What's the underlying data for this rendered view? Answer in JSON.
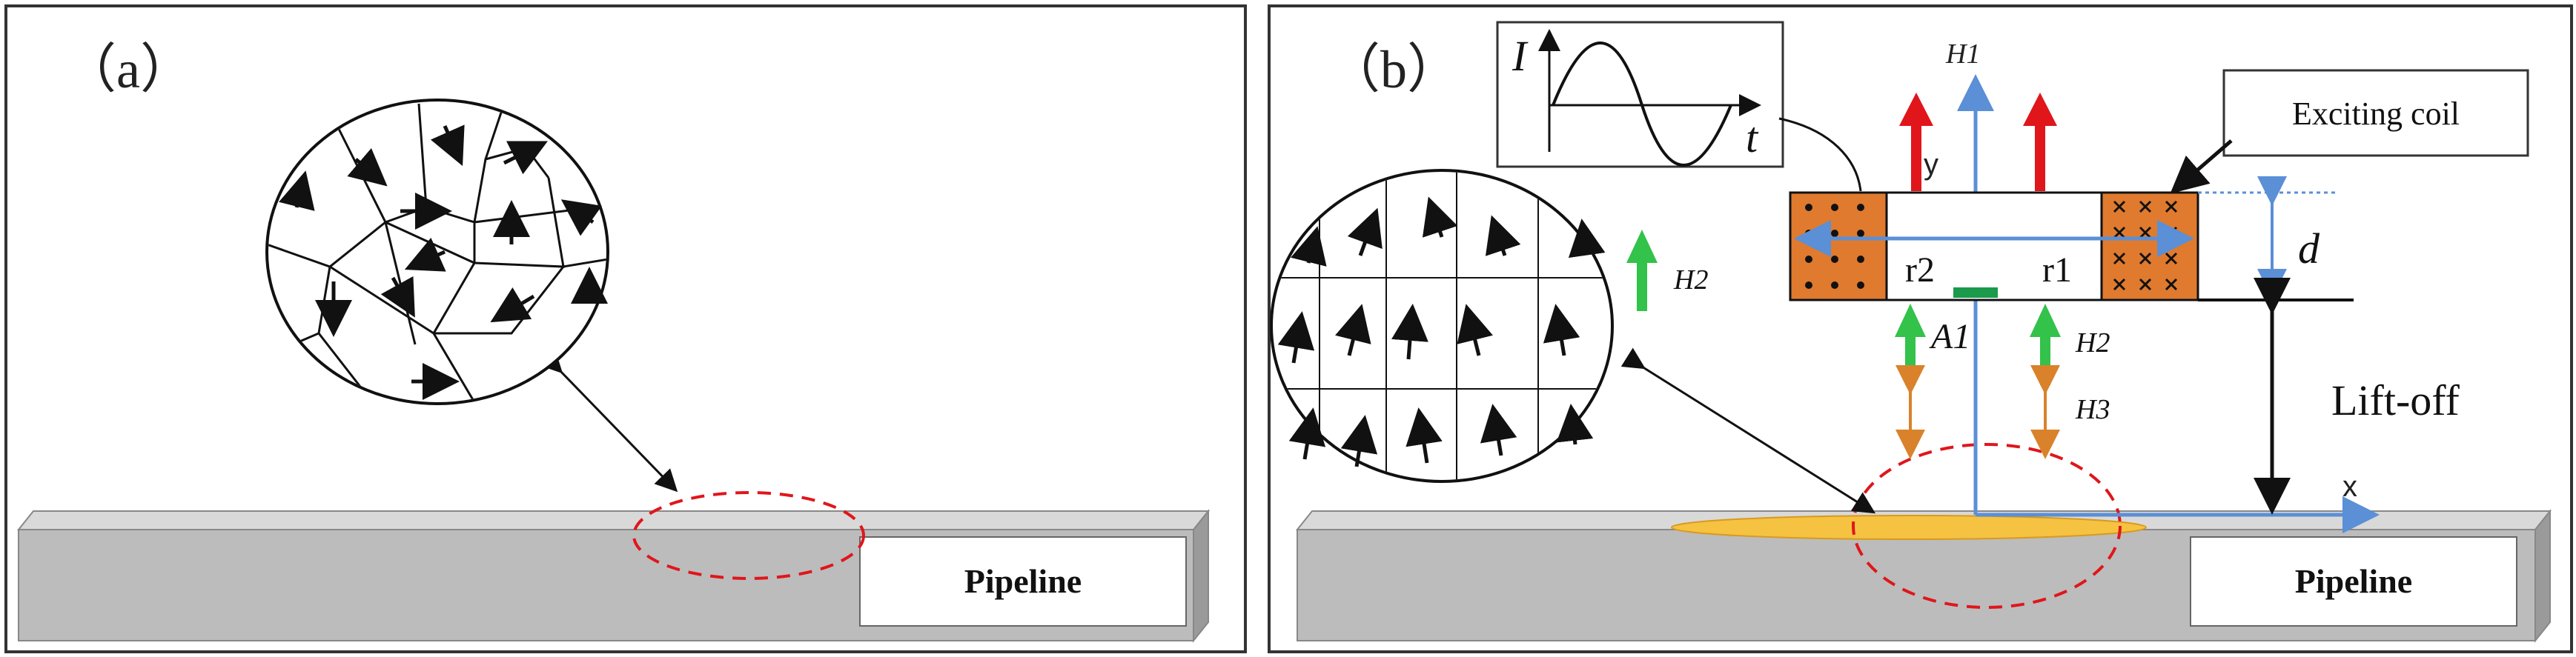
{
  "panel_a": {
    "label": "（a）",
    "pipeline_label": "Pipeline"
  },
  "panel_b": {
    "label": "（b）",
    "pipeline_label": "Pipeline",
    "exciting_coil_label": "Exciting coil",
    "liftoff_label": "Lift-off",
    "d_label": "d",
    "H1_label": "H1",
    "H2_label": "H2",
    "H3_label": "H3",
    "A1_label": "A1",
    "r1_label": "r1",
    "r2_label": "r2",
    "x_label": "x",
    "y_label": "y",
    "current_axis_label": "I",
    "time_axis_label": "t"
  },
  "colors": {
    "pipeline_face": "#bcbcbc",
    "pipeline_top": "#d9d9d9",
    "pipeline_side": "#9a9a9a",
    "coil_fill": "#e07a2e",
    "field_red": "#e0161b",
    "field_green": "#33c24a",
    "field_orange": "#d9822b",
    "axis_blue": "#5b8fd6",
    "defect_yellow": "#f5c242",
    "ellipse_red": "#e0161b",
    "sensor_green": "#1a9a4a"
  }
}
